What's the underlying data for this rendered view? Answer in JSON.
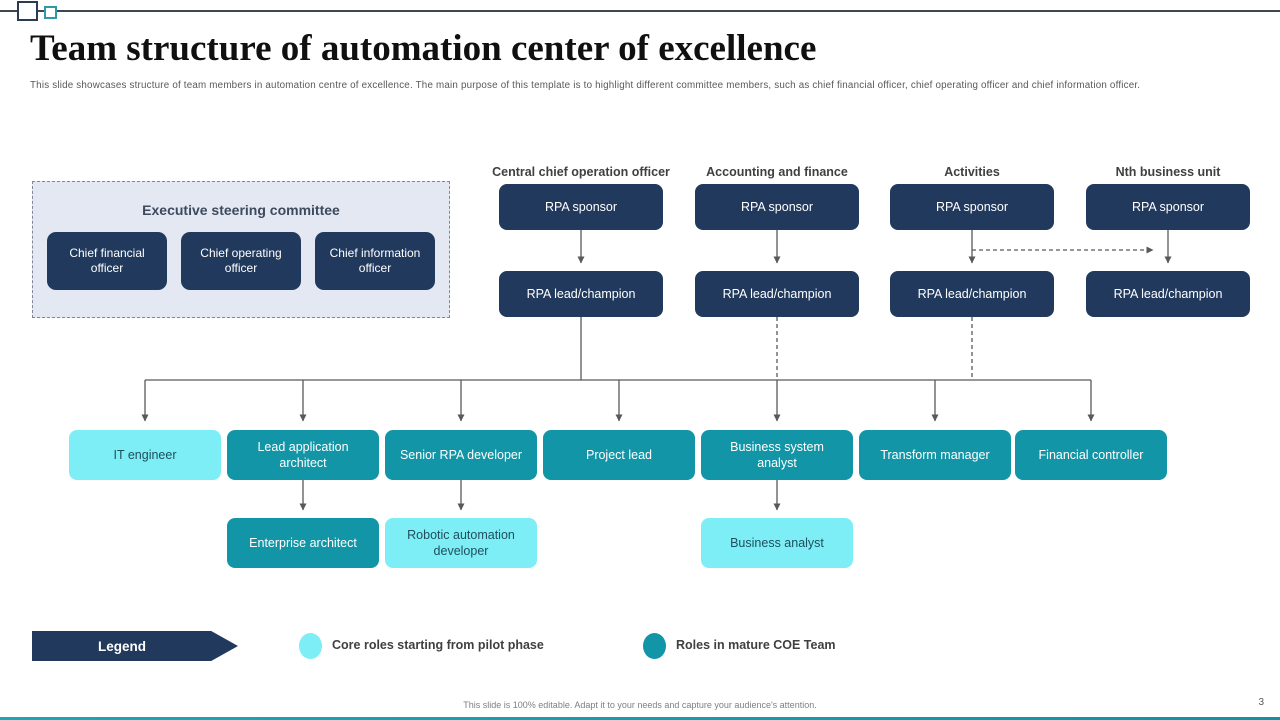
{
  "slide": {
    "title": "Team structure of automation center of excellence",
    "subtitle": "This slide showcases structure of team members in automation centre of excellence. The main purpose of this template is to highlight different committee members, such as chief financial officer, chief operating officer and chief information officer.",
    "footer_note": "This slide is 100% editable. Adapt it to your needs and capture your audience's attention.",
    "page_number": "3"
  },
  "steering_committee": {
    "title": "Executive steering committee",
    "members": [
      {
        "label": "Chief financial officer"
      },
      {
        "label": "Chief operating officer"
      },
      {
        "label": "Chief information officer"
      }
    ]
  },
  "org_columns": [
    {
      "header": "Central chief operation officer",
      "sponsor": "RPA sponsor",
      "lead": "RPA lead/champion"
    },
    {
      "header": "Accounting and finance",
      "sponsor": "RPA sponsor",
      "lead": "RPA lead/champion"
    },
    {
      "header": "Activities",
      "sponsor": "RPA sponsor",
      "lead": "RPA lead/champion"
    },
    {
      "header": "Nth business unit",
      "sponsor": "RPA sponsor",
      "lead": "RPA lead/champion"
    }
  ],
  "roles_row": [
    {
      "label": "IT engineer",
      "phase": "pilot"
    },
    {
      "label": "Lead application architect",
      "phase": "mature"
    },
    {
      "label": "Senior RPA developer",
      "phase": "mature"
    },
    {
      "label": "Project lead",
      "phase": "mature"
    },
    {
      "label": "Business system analyst",
      "phase": "mature"
    },
    {
      "label": "Transform manager",
      "phase": "mature"
    },
    {
      "label": "Financial controller",
      "phase": "mature"
    }
  ],
  "sub_roles": [
    {
      "label": "Enterprise architect",
      "phase": "mature",
      "parent": "Lead application architect"
    },
    {
      "label": "Robotic automation developer",
      "phase": "pilot",
      "parent": "Senior RPA developer"
    },
    {
      "label": "Business analyst",
      "phase": "pilot",
      "parent": "Business system analyst"
    }
  ],
  "legend": {
    "title": "Legend",
    "items": [
      {
        "label": "Core roles starting from pilot phase",
        "color": "#7deef5"
      },
      {
        "label": "Roles in mature COE Team",
        "color": "#1295a6"
      }
    ]
  },
  "colors": {
    "navy": "#21395c",
    "teal": "#1295a6",
    "cyan": "#7deef5",
    "panel_background": "#e4e8f3",
    "connector": "#595959"
  }
}
